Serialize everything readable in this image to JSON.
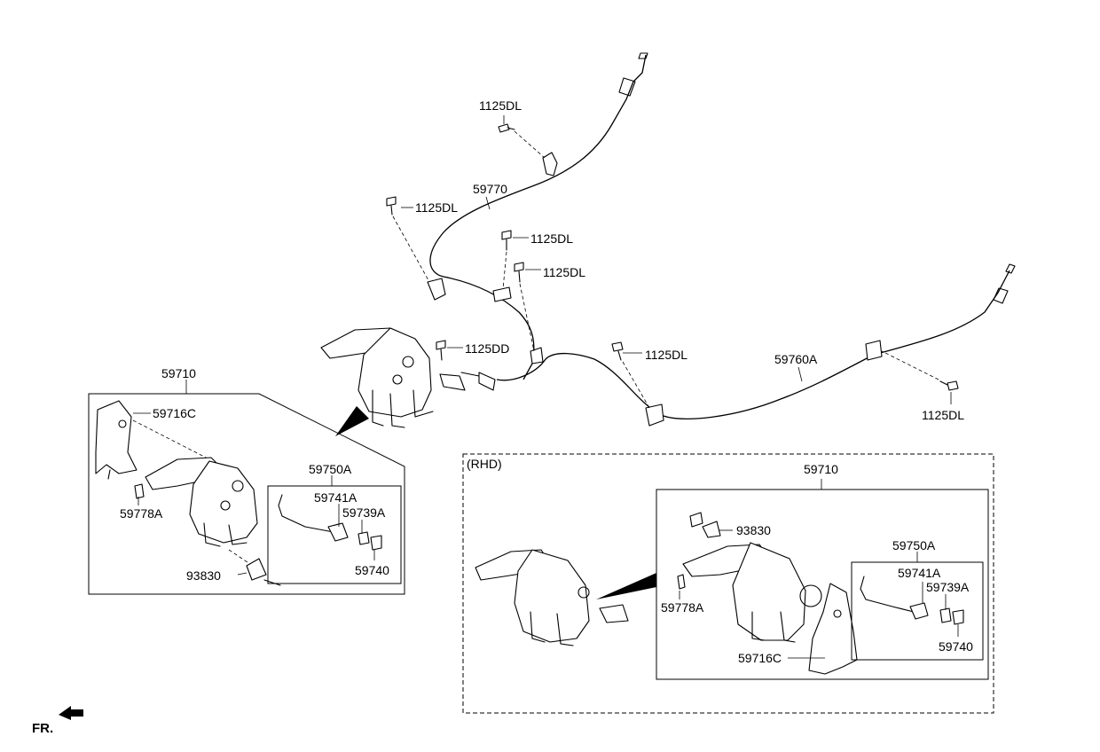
{
  "labels": {
    "bolt_top": "1125DL",
    "cable_front": "59770",
    "bolt_left": "1125DL",
    "bolt_mid_1": "1125DL",
    "bolt_mid_2": "1125DL",
    "bolt_dd": "1125DD",
    "bolt_center": "1125DL",
    "cable_rear": "59760A",
    "bolt_right": "1125DL",
    "lever_assy_lhd": "59710",
    "bracket_lhd": "59716C",
    "cap_lhd": "59778A",
    "switch_assy_lhd": "59750A",
    "switch_lhd": "59741A",
    "nut_lhd": "59739A",
    "grommet_lhd": "59740",
    "bolt_lhd": "93830",
    "rhd_tag": "(RHD)",
    "lever_assy_rhd": "59710",
    "bolt_rhd": "93830",
    "switch_assy_rhd": "59750A",
    "switch_rhd": "59741A",
    "nut_rhd": "59739A",
    "cap_rhd": "59778A",
    "grommet_rhd": "59740",
    "bracket_rhd": "59716C",
    "front_marker": "FR."
  }
}
